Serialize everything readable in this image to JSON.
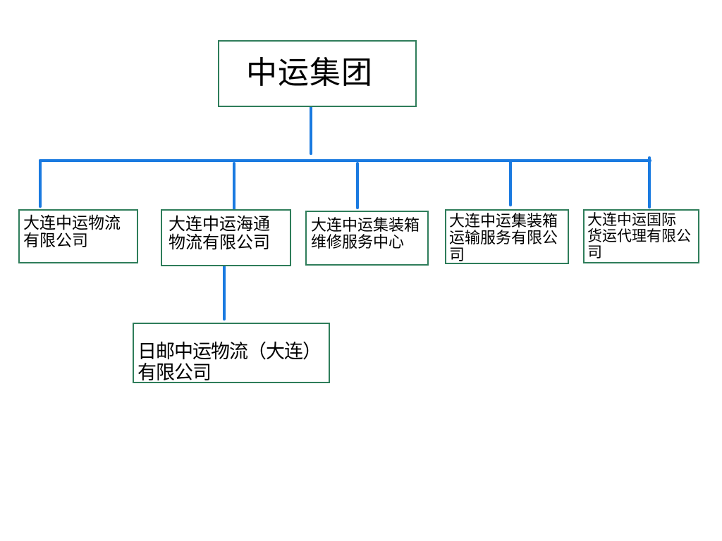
{
  "colors": {
    "box_border": "#2e7d5a",
    "connector": "#1a7ae0",
    "background": "#ffffff"
  },
  "org": {
    "root": {
      "label": "中运集团"
    },
    "children": [
      {
        "label": "大连中运物流\n有限公司"
      },
      {
        "label": "大连中运海通\n物流有限公司"
      },
      {
        "label": "大连中运集装箱\n维修服务中心"
      },
      {
        "label": "大连中运集装箱\n运输服务有限公司"
      },
      {
        "label": "大连中运国际\n货运代理有限公司"
      }
    ],
    "grandchild": {
      "parent_index": 1,
      "label": "日邮中运物流（大连）有限公司"
    }
  }
}
